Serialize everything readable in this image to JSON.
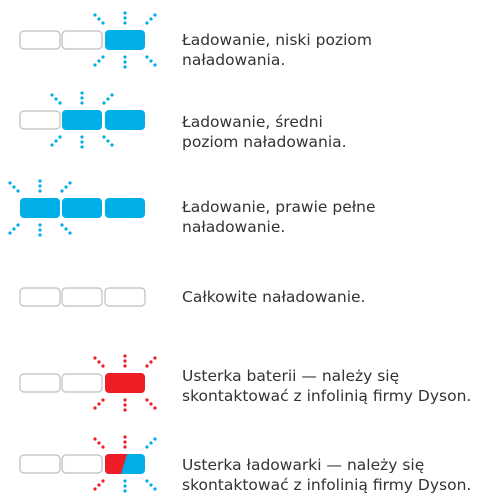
{
  "colors": {
    "blue": "#00aee8",
    "red": "#ee1c25",
    "outline": "#bfbfbf",
    "text": "#333333"
  },
  "legend": [
    {
      "id": "low",
      "segments": [
        "off",
        "off",
        "blue"
      ],
      "blinking": true,
      "text": "Ładowanie, niski poziom naładowania."
    },
    {
      "id": "medium",
      "segments": [
        "off",
        "blue",
        "blue"
      ],
      "blinking": true,
      "text": "Ładowanie, średni\npoziom naładowania."
    },
    {
      "id": "almost-full",
      "segments": [
        "blue",
        "blue",
        "blue"
      ],
      "blinking": true,
      "text": "Ładowanie, prawie pełne\nnaładowanie."
    },
    {
      "id": "full",
      "segments": [
        "off",
        "off",
        "off"
      ],
      "blinking": false,
      "text": "Całkowite naładowanie."
    },
    {
      "id": "battery-fault",
      "segments": [
        "off",
        "off",
        "red"
      ],
      "blinking": true,
      "text": "Usterka baterii — należy się\nskontaktować z infolinią firmy Dyson."
    },
    {
      "id": "charger-fault",
      "segments": [
        "off",
        "off",
        "red-blue"
      ],
      "blinking": true,
      "text": "Usterka ładowarki — należy się\nskontaktować z infolinią firmy Dyson."
    }
  ]
}
